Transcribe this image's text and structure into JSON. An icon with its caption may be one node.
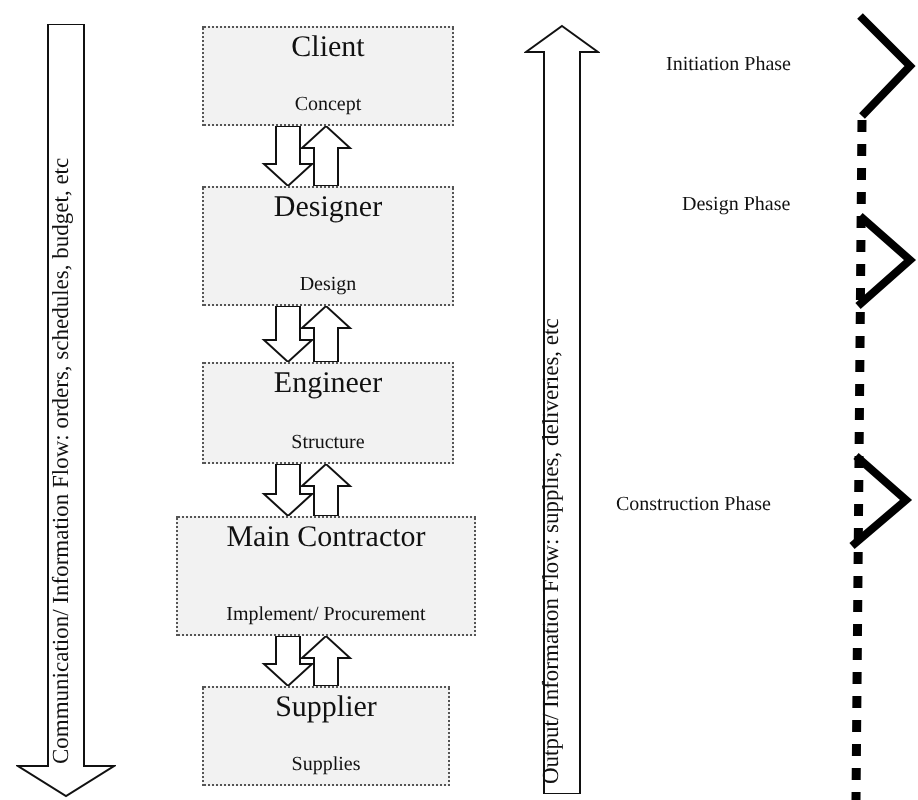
{
  "diagram": {
    "nodes": [
      {
        "text": [
          "Communication/ Information Flow: orders, schedules, budget, etc"
        ]
      },
      {
        "text": [
          "Client",
          "Concept"
        ]
      },
      {
        "text": [
          "Designer",
          "Design"
        ]
      },
      {
        "text": [
          "Engineer",
          "Structure"
        ]
      },
      {
        "text": [
          "Main Contractor",
          "Implement/ Procurement"
        ]
      },
      {
        "text": [
          "Supplier",
          "Supplies"
        ]
      },
      {
        "text": [
          "Output/ Information Flow: supplies, deliveries, etc"
        ]
      }
    ],
    "edges": [
      {
        "from": 1,
        "to": 2,
        "arrow": "to"
      },
      {
        "from": 2,
        "to": 1,
        "arrow": "to"
      },
      {
        "from": 2,
        "to": 3,
        "arrow": "to"
      },
      {
        "from": 3,
        "to": 2,
        "arrow": "to"
      },
      {
        "from": 3,
        "to": 4,
        "arrow": "to"
      },
      {
        "from": 4,
        "to": 3,
        "arrow": "to"
      },
      {
        "from": 4,
        "to": 5,
        "arrow": "to"
      },
      {
        "from": 5,
        "to": 4,
        "arrow": "to"
      }
    ],
    "labels": [
      "Initiation Phase",
      "Design Phase",
      "Construction Phase"
    ]
  }
}
